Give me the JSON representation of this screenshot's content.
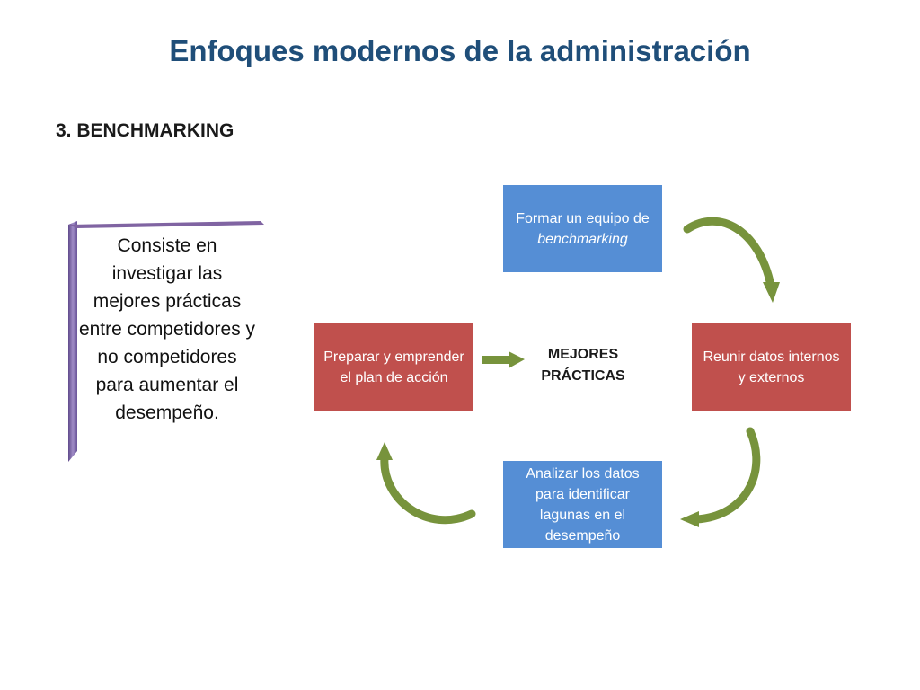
{
  "title": "Enfoques modernos de la administración",
  "section": "3. BENCHMARKING",
  "definition": "Consiste en investigar las mejores prácticas entre competidores y no competidores para aumentar el desempeño.",
  "center": {
    "line1": "MEJORES",
    "line2": "PRÁCTICAS"
  },
  "cycle": {
    "top": {
      "text": "Formar un equipo de ",
      "emphasis": "benchmarking"
    },
    "right": {
      "text": "Reunir datos internos y externos"
    },
    "bottom": {
      "text": "Analizar los datos para identificar lagunas en el desempeño"
    },
    "left": {
      "text": "Preparar y emprender el plan de acción"
    }
  },
  "colors": {
    "title": "#1f4e79",
    "blue_box": "#558ed5",
    "red_box": "#c0504d",
    "arrow_green": "#77933c",
    "bracket_purple": "#8064a2"
  }
}
